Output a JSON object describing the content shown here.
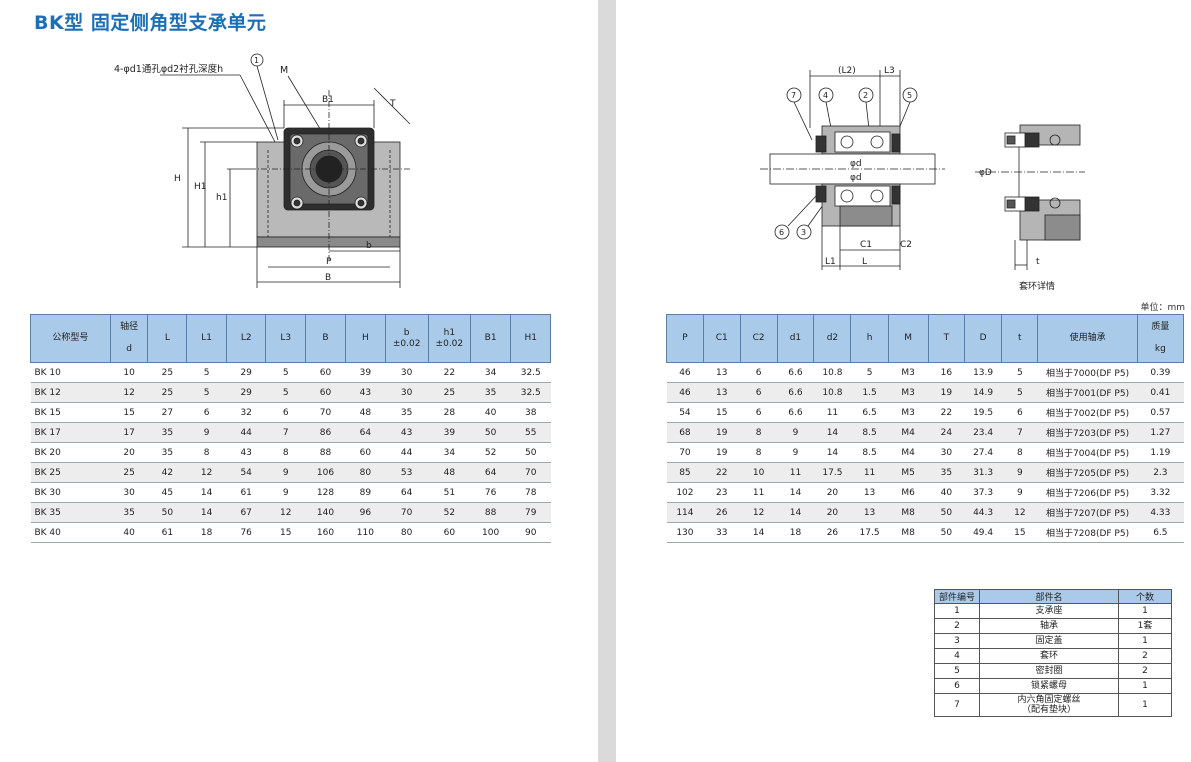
{
  "title": "BK型  固定侧角型支承单元",
  "unit_label": "单位：mm",
  "front_view": {
    "callout_hole": "4-φd1通孔φd2衬孔深度h",
    "labels": {
      "one": "1",
      "M": "M",
      "B1": "B1",
      "T": "T",
      "H": "H",
      "H1": "H1",
      "h1": "h1",
      "b": "b",
      "P": "P",
      "B": "B"
    }
  },
  "section_view": {
    "labels": {
      "L2": "(L2)",
      "L3": "L3",
      "n7": "7",
      "n4": "4",
      "n2": "2",
      "n5": "5",
      "n6": "6",
      "n3": "3",
      "phi_d_top": "φd",
      "phi_d_bottom": "φd",
      "C1": "C1",
      "C2": "C2",
      "L1": "L1",
      "L": "L"
    }
  },
  "detail_view": {
    "labels": {
      "phiD": "φD",
      "t": "t"
    },
    "caption": "套环详情"
  },
  "spec_table_left": {
    "headers": [
      [
        "公称型号",
        ""
      ],
      [
        "轴径",
        "d"
      ],
      [
        "L",
        ""
      ],
      [
        "L1",
        ""
      ],
      [
        "L2",
        ""
      ],
      [
        "L3",
        ""
      ],
      [
        "B",
        ""
      ],
      [
        "H",
        ""
      ],
      [
        "b",
        "±0.02"
      ],
      [
        "h1",
        "±0.02"
      ],
      [
        "B1",
        ""
      ],
      [
        "H1",
        ""
      ]
    ],
    "rows": [
      [
        "BK 10",
        "10",
        "25",
        "5",
        "29",
        "5",
        "60",
        "39",
        "30",
        "22",
        "34",
        "32.5"
      ],
      [
        "BK 12",
        "12",
        "25",
        "5",
        "29",
        "5",
        "60",
        "43",
        "30",
        "25",
        "35",
        "32.5"
      ],
      [
        "BK 15",
        "15",
        "27",
        "6",
        "32",
        "6",
        "70",
        "48",
        "35",
        "28",
        "40",
        "38"
      ],
      [
        "BK 17",
        "17",
        "35",
        "9",
        "44",
        "7",
        "86",
        "64",
        "43",
        "39",
        "50",
        "55"
      ],
      [
        "BK 20",
        "20",
        "35",
        "8",
        "43",
        "8",
        "88",
        "60",
        "44",
        "34",
        "52",
        "50"
      ],
      [
        "BK 25",
        "25",
        "42",
        "12",
        "54",
        "9",
        "106",
        "80",
        "53",
        "48",
        "64",
        "70"
      ],
      [
        "BK 30",
        "30",
        "45",
        "14",
        "61",
        "9",
        "128",
        "89",
        "64",
        "51",
        "76",
        "78"
      ],
      [
        "BK 35",
        "35",
        "50",
        "14",
        "67",
        "12",
        "140",
        "96",
        "70",
        "52",
        "88",
        "79"
      ],
      [
        "BK 40",
        "40",
        "61",
        "18",
        "76",
        "15",
        "160",
        "110",
        "80",
        "60",
        "100",
        "90"
      ]
    ]
  },
  "spec_table_right": {
    "headers": [
      [
        "P",
        ""
      ],
      [
        "C1",
        ""
      ],
      [
        "C2",
        ""
      ],
      [
        "d1",
        ""
      ],
      [
        "d2",
        ""
      ],
      [
        "h",
        ""
      ],
      [
        "M",
        ""
      ],
      [
        "T",
        ""
      ],
      [
        "D",
        ""
      ],
      [
        "t",
        ""
      ],
      [
        "使用轴承",
        ""
      ],
      [
        "质量",
        "kg"
      ]
    ],
    "rows": [
      [
        "46",
        "13",
        "6",
        "6.6",
        "10.8",
        "5",
        "M3",
        "16",
        "13.9",
        "5",
        "相当于7000(DF P5)",
        "0.39"
      ],
      [
        "46",
        "13",
        "6",
        "6.6",
        "10.8",
        "1.5",
        "M3",
        "19",
        "14.9",
        "5",
        "相当于7001(DF P5)",
        "0.41"
      ],
      [
        "54",
        "15",
        "6",
        "6.6",
        "11",
        "6.5",
        "M3",
        "22",
        "19.5",
        "6",
        "相当于7002(DF P5)",
        "0.57"
      ],
      [
        "68",
        "19",
        "8",
        "9",
        "14",
        "8.5",
        "M4",
        "24",
        "23.4",
        "7",
        "相当于7203(DF P5)",
        "1.27"
      ],
      [
        "70",
        "19",
        "8",
        "9",
        "14",
        "8.5",
        "M4",
        "30",
        "27.4",
        "8",
        "相当于7004(DF P5)",
        "1.19"
      ],
      [
        "85",
        "22",
        "10",
        "11",
        "17.5",
        "11",
        "M5",
        "35",
        "31.3",
        "9",
        "相当于7205(DF P5)",
        "2.3"
      ],
      [
        "102",
        "23",
        "11",
        "14",
        "20",
        "13",
        "M6",
        "40",
        "37.3",
        "9",
        "相当于7206(DF P5)",
        "3.32"
      ],
      [
        "114",
        "26",
        "12",
        "14",
        "20",
        "13",
        "M8",
        "50",
        "44.3",
        "12",
        "相当于7207(DF P5)",
        "4.33"
      ],
      [
        "130",
        "33",
        "14",
        "18",
        "26",
        "17.5",
        "M8",
        "50",
        "49.4",
        "15",
        "相当于7208(DF P5)",
        "6.5"
      ]
    ]
  },
  "parts_table": {
    "headers": [
      "部件编号",
      "部件名",
      "个数"
    ],
    "rows": [
      [
        "1",
        "支承座",
        "1"
      ],
      [
        "2",
        "轴承",
        "1套"
      ],
      [
        "3",
        "固定盖",
        "1"
      ],
      [
        "4",
        "套环",
        "2"
      ],
      [
        "5",
        "密封圈",
        "2"
      ],
      [
        "6",
        "锁紧螺母",
        "1"
      ],
      [
        "7",
        "内六角固定螺丝",
        "（配有垫块）",
        "1"
      ]
    ]
  },
  "colors": {
    "accent": "#1c6fb7",
    "header_bg": "#a9cbe9",
    "row_alt": "#ededed",
    "gutter": "#dadada"
  }
}
